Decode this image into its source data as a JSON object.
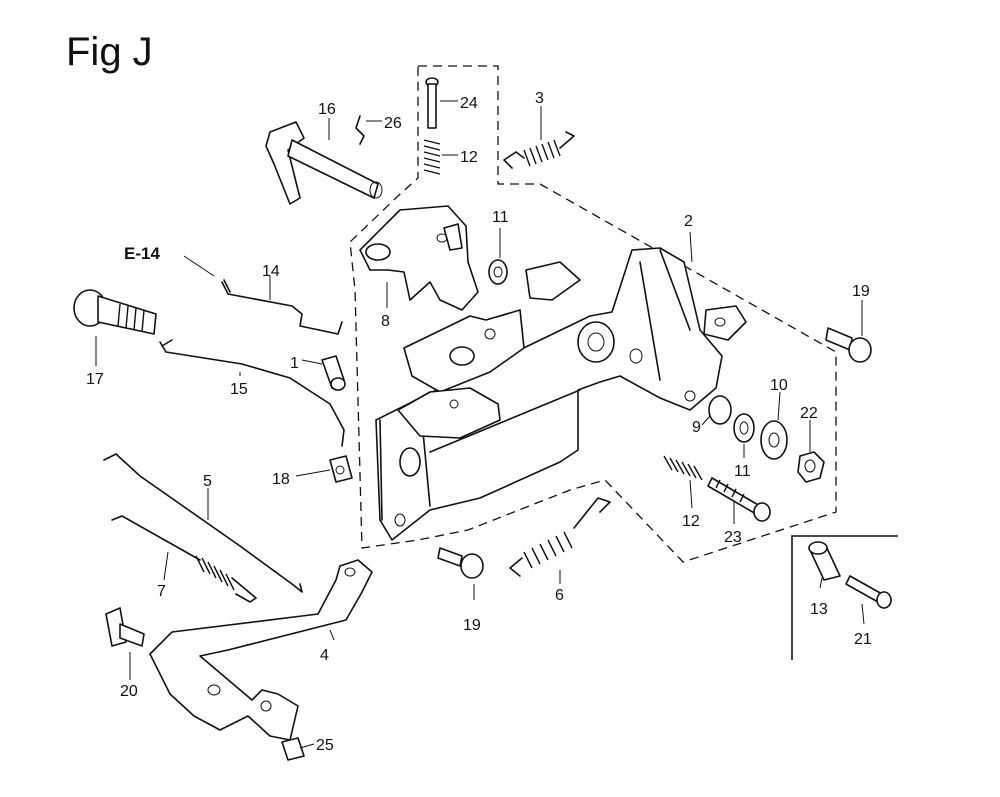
{
  "title": "Fig J",
  "reference": "E-14",
  "callouts": {
    "p1": "1",
    "p2": "2",
    "p3": "3",
    "p4": "4",
    "p5": "5",
    "p6": "6",
    "p7": "7",
    "p8": "8",
    "p9": "9",
    "p10": "10",
    "p11a": "11",
    "p11b": "11",
    "p12a": "12",
    "p12b": "12",
    "p13": "13",
    "p14": "14",
    "p15": "15",
    "p16": "16",
    "p17": "17",
    "p18": "18",
    "p19a": "19",
    "p19b": "19",
    "p20": "20",
    "p21": "21",
    "p22": "22",
    "p23": "23",
    "p24": "24",
    "p25": "25",
    "p26": "26"
  }
}
